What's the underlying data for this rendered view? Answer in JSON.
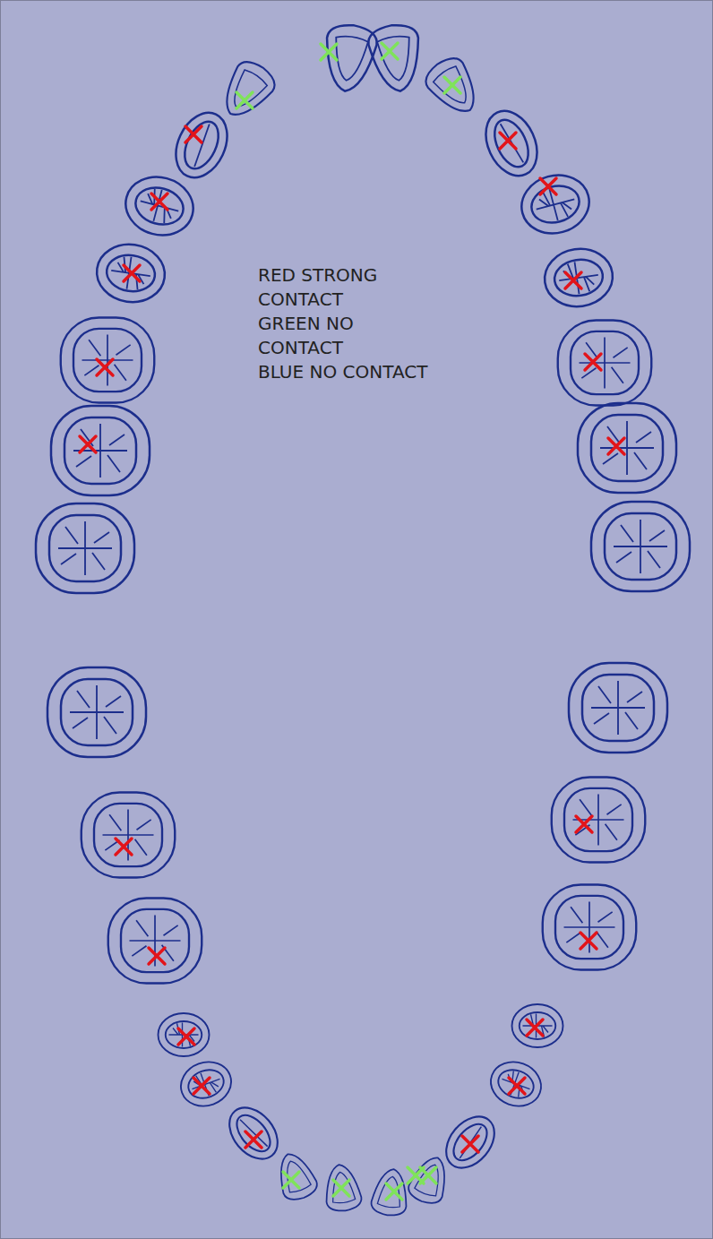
{
  "diagram": {
    "labels": [
      "RED STRONG CONTACT",
      "GREEN NO CONTACT",
      "BLUE NO CONTACT"
    ]
  }
}
